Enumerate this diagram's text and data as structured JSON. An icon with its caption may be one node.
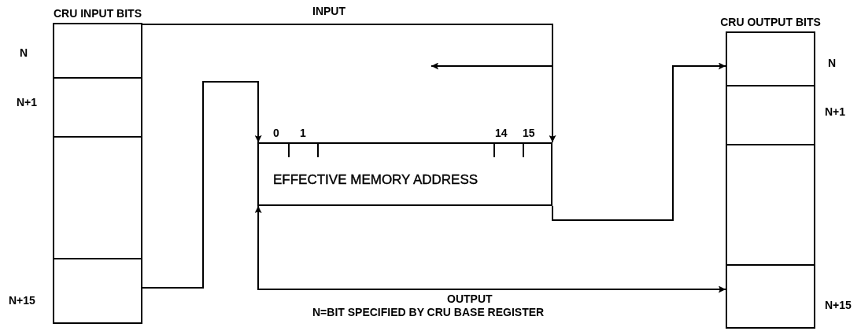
{
  "diagram": {
    "caption": "N=BIT SPECIFIED BY CRU BASE REGISTER",
    "nodes": [
      {
        "text": [
          "CRU INPUT BITS"
        ]
      },
      {
        "text": [],
        "shape": "box",
        "in": 0,
        "beside": [
          "N"
        ]
      },
      {
        "text": [],
        "shape": "box",
        "in": 0,
        "beside": [
          "N+1"
        ]
      },
      {
        "text": [],
        "shape": "box",
        "in": 0
      },
      {
        "text": [],
        "shape": "box",
        "in": 0,
        "beside": [
          "N+15"
        ]
      },
      {
        "text": [
          "EFFECTIVE MEMORY ADDRESS"
        ]
      },
      {
        "text": [
          "CRU OUTPUT BITS"
        ]
      },
      {
        "text": [],
        "shape": "box",
        "in": 6,
        "beside": [
          "N"
        ]
      },
      {
        "text": [],
        "shape": "box",
        "in": 6,
        "beside": [
          "N+1"
        ]
      },
      {
        "text": [],
        "shape": "box",
        "in": 6
      },
      {
        "text": [],
        "shape": "box",
        "in": 6,
        "beside": [
          "N+15"
        ]
      }
    ],
    "edges": [
      {
        "from": 0,
        "to": 5,
        "arrow": "to",
        "label": "INPUT"
      },
      {
        "from": 0,
        "to": null,
        "arrow": "to"
      },
      {
        "from": 4,
        "to": 5,
        "arrow": "to"
      },
      {
        "from": 5,
        "to": 7,
        "arrow": "to"
      },
      {
        "from": 5,
        "to": 10,
        "arrow": "both",
        "label": "OUTPUT"
      }
    ],
    "labels": [
      "0",
      "1",
      "14",
      "15"
    ]
  }
}
